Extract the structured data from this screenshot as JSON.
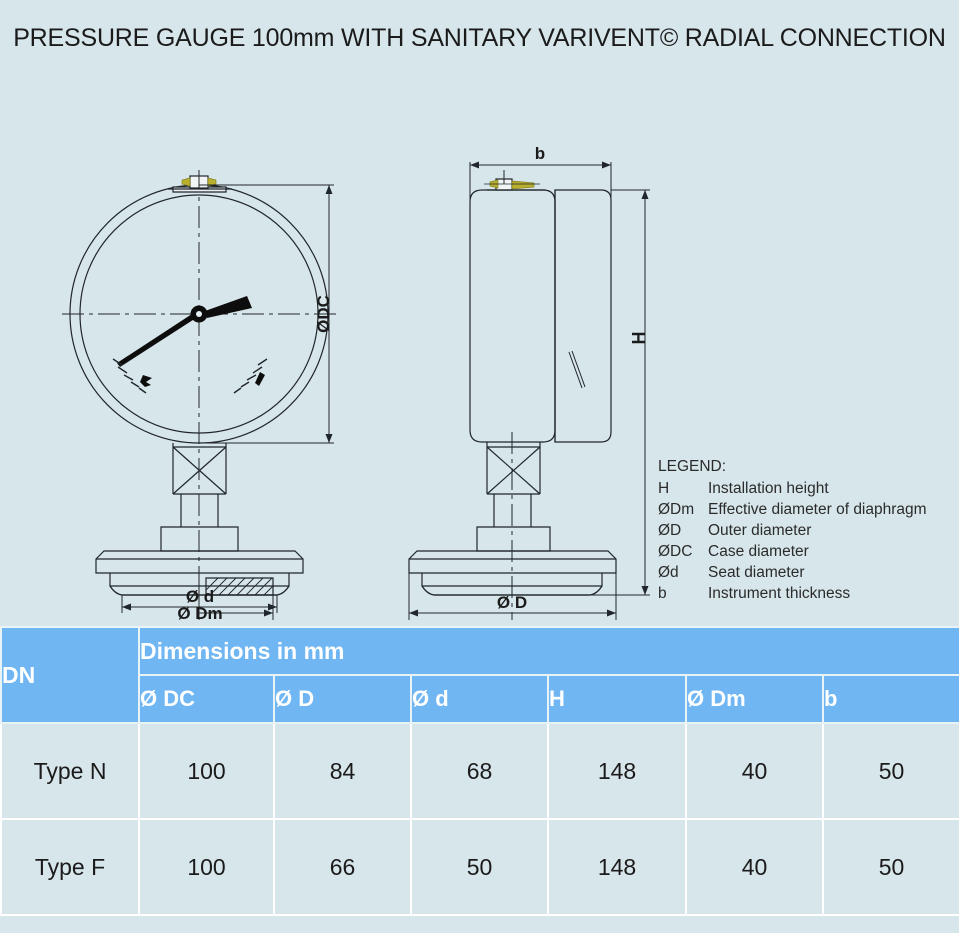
{
  "title": "PRESSURE GAUGE 100mm WITH SANITARY VARIVENT© RADIAL CONNECTION",
  "drawing": {
    "labels": {
      "case_diameter": "ØDC",
      "effective_diameter": "Ø Dm",
      "seat_diameter": "Ø d",
      "outer_diameter": "Ø D",
      "installation_height": "H",
      "instrument_thickness": "b"
    }
  },
  "legend": {
    "heading": "LEGEND:",
    "items": [
      {
        "symbol": "H",
        "description": "Installation height"
      },
      {
        "symbol": "ØDm",
        "description": "Effective diameter of diaphragm"
      },
      {
        "symbol": "ØD",
        "description": "Outer diameter"
      },
      {
        "symbol": "ØDC",
        "description": "Case diameter"
      },
      {
        "symbol": "Ød",
        "description": "Seat diameter"
      },
      {
        "symbol": "b",
        "description": "Instrument thickness"
      }
    ]
  },
  "table": {
    "dn_header": "DN",
    "group_header": "Dimensions in mm",
    "columns": [
      "Ø DC",
      "Ø D",
      "Ø d",
      "H",
      "Ø Dm",
      "b"
    ],
    "rows": [
      {
        "dn": "Type N",
        "values": [
          "100",
          "84",
          "68",
          "148",
          "40",
          "50"
        ]
      },
      {
        "dn": "Type F",
        "values": [
          "100",
          "66",
          "50",
          "148",
          "40",
          "50"
        ]
      }
    ]
  },
  "colors": {
    "background": "#d7e6eb",
    "header_blue": "#6fb6f2",
    "line": "#20262b",
    "brass": "#b9b02e",
    "text": "#1b1b1b"
  }
}
